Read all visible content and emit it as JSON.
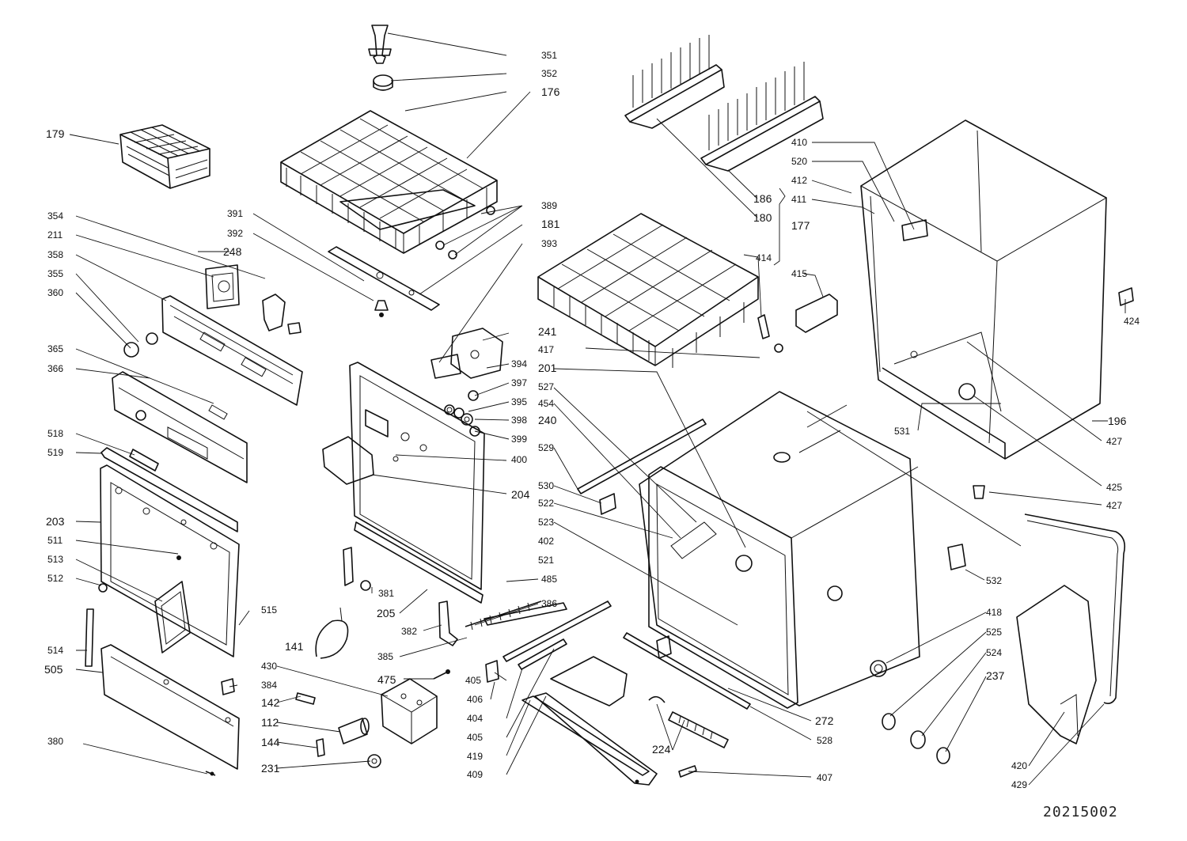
{
  "drawing_number": "20215002",
  "labels": [
    "351",
    "352",
    "176",
    "179",
    "389",
    "181",
    "393",
    "391",
    "392",
    "248",
    "354",
    "211",
    "358",
    "355",
    "360",
    "365",
    "366",
    "518",
    "519",
    "203",
    "511",
    "513",
    "512",
    "514",
    "505",
    "380",
    "515",
    "241",
    "394",
    "397",
    "395",
    "398",
    "240",
    "399",
    "400",
    "204",
    "201",
    "527",
    "454",
    "529",
    "530",
    "522",
    "523",
    "402",
    "521",
    "485",
    "381",
    "205",
    "386",
    "382",
    "141",
    "385",
    "475",
    "405",
    "406",
    "404",
    "419",
    "409",
    "430",
    "384",
    "142",
    "112",
    "144",
    "231",
    "224",
    "407",
    "528",
    "272",
    "186",
    "180",
    "177",
    "414",
    "415",
    "417",
    "410",
    "520",
    "412",
    "411",
    "424",
    "196",
    "427",
    "531",
    "425",
    "532",
    "418",
    "525",
    "524",
    "237",
    "420",
    "429"
  ]
}
